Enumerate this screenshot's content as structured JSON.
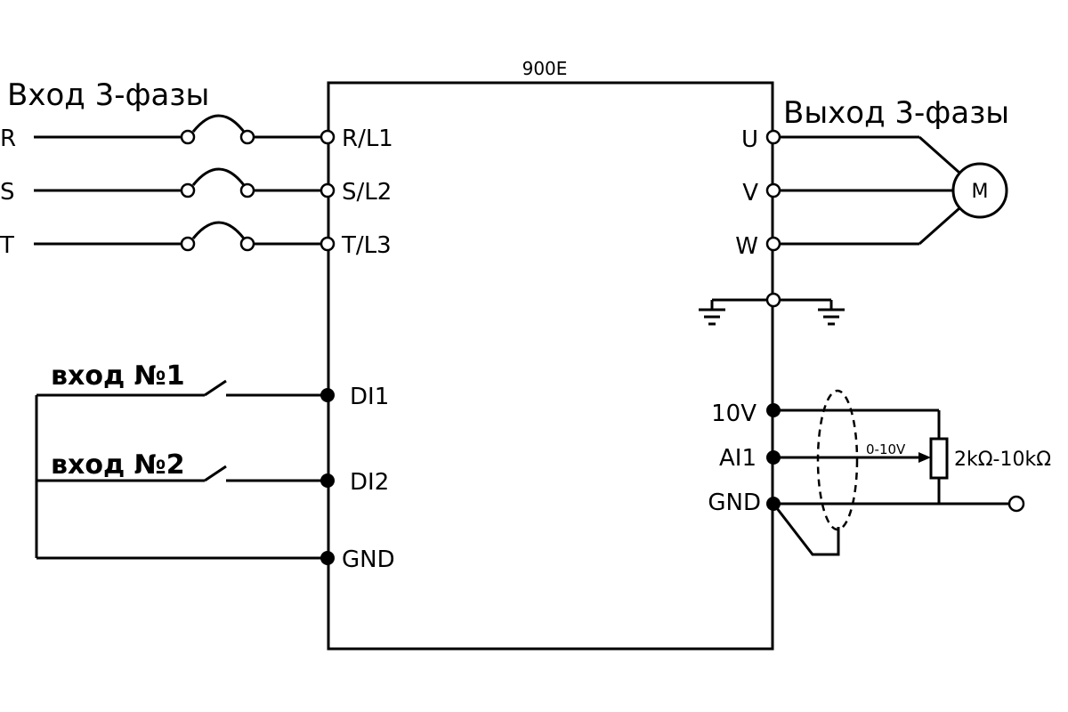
{
  "model": "900E",
  "input_title": "Вход 3-фазы",
  "output_title": "Выход 3-фазы",
  "phases_in": [
    "R",
    "S",
    "T"
  ],
  "terminals_in": [
    "R/L1",
    "S/L2",
    "T/L3"
  ],
  "terminals_out": [
    "U",
    "V",
    "W"
  ],
  "motor_label": "M",
  "digital_inputs": {
    "in1_label": "вход №1",
    "in2_label": "вход №2",
    "di1": "DI1",
    "di2": "DI2",
    "gnd": "GND"
  },
  "analog": {
    "v10": "10V",
    "ai1": "AI1",
    "gnd": "GND",
    "range": "0-10V",
    "pot": "2kΩ-10kΩ"
  }
}
